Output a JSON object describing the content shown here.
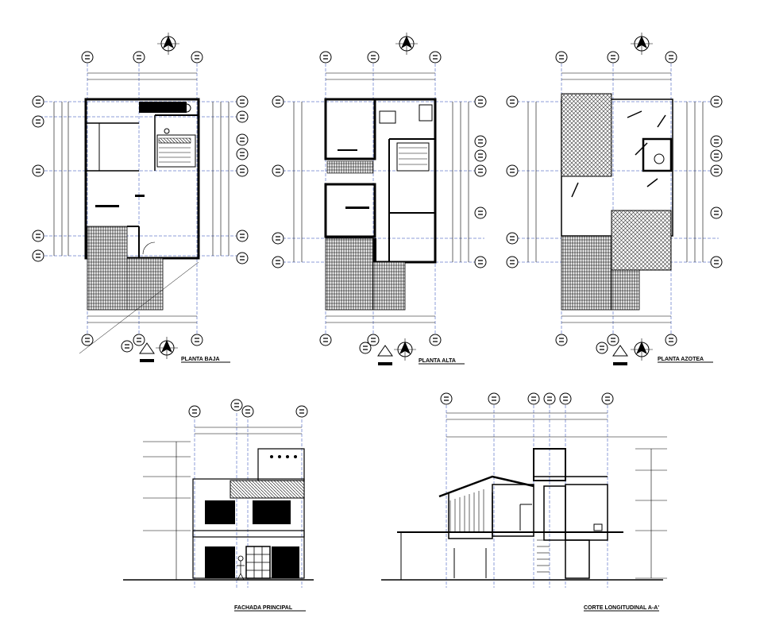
{
  "sheet": {
    "labels": {
      "planta_baja": "PLANTA BAJA",
      "planta_alta": "PLANTA ALTA",
      "planta_azotea": "PLANTA AZOTEA",
      "fachada": "FACHADA PRINCIPAL",
      "corte": "CORTE LONGITUDINAL A-A'"
    },
    "colors": {
      "ink": "#000000",
      "axis": "#1e3fb3",
      "paper": "#ffffff"
    },
    "icons": [
      "north-arrow-icon",
      "axis-bubble-icon",
      "scale-bar-icon"
    ]
  }
}
